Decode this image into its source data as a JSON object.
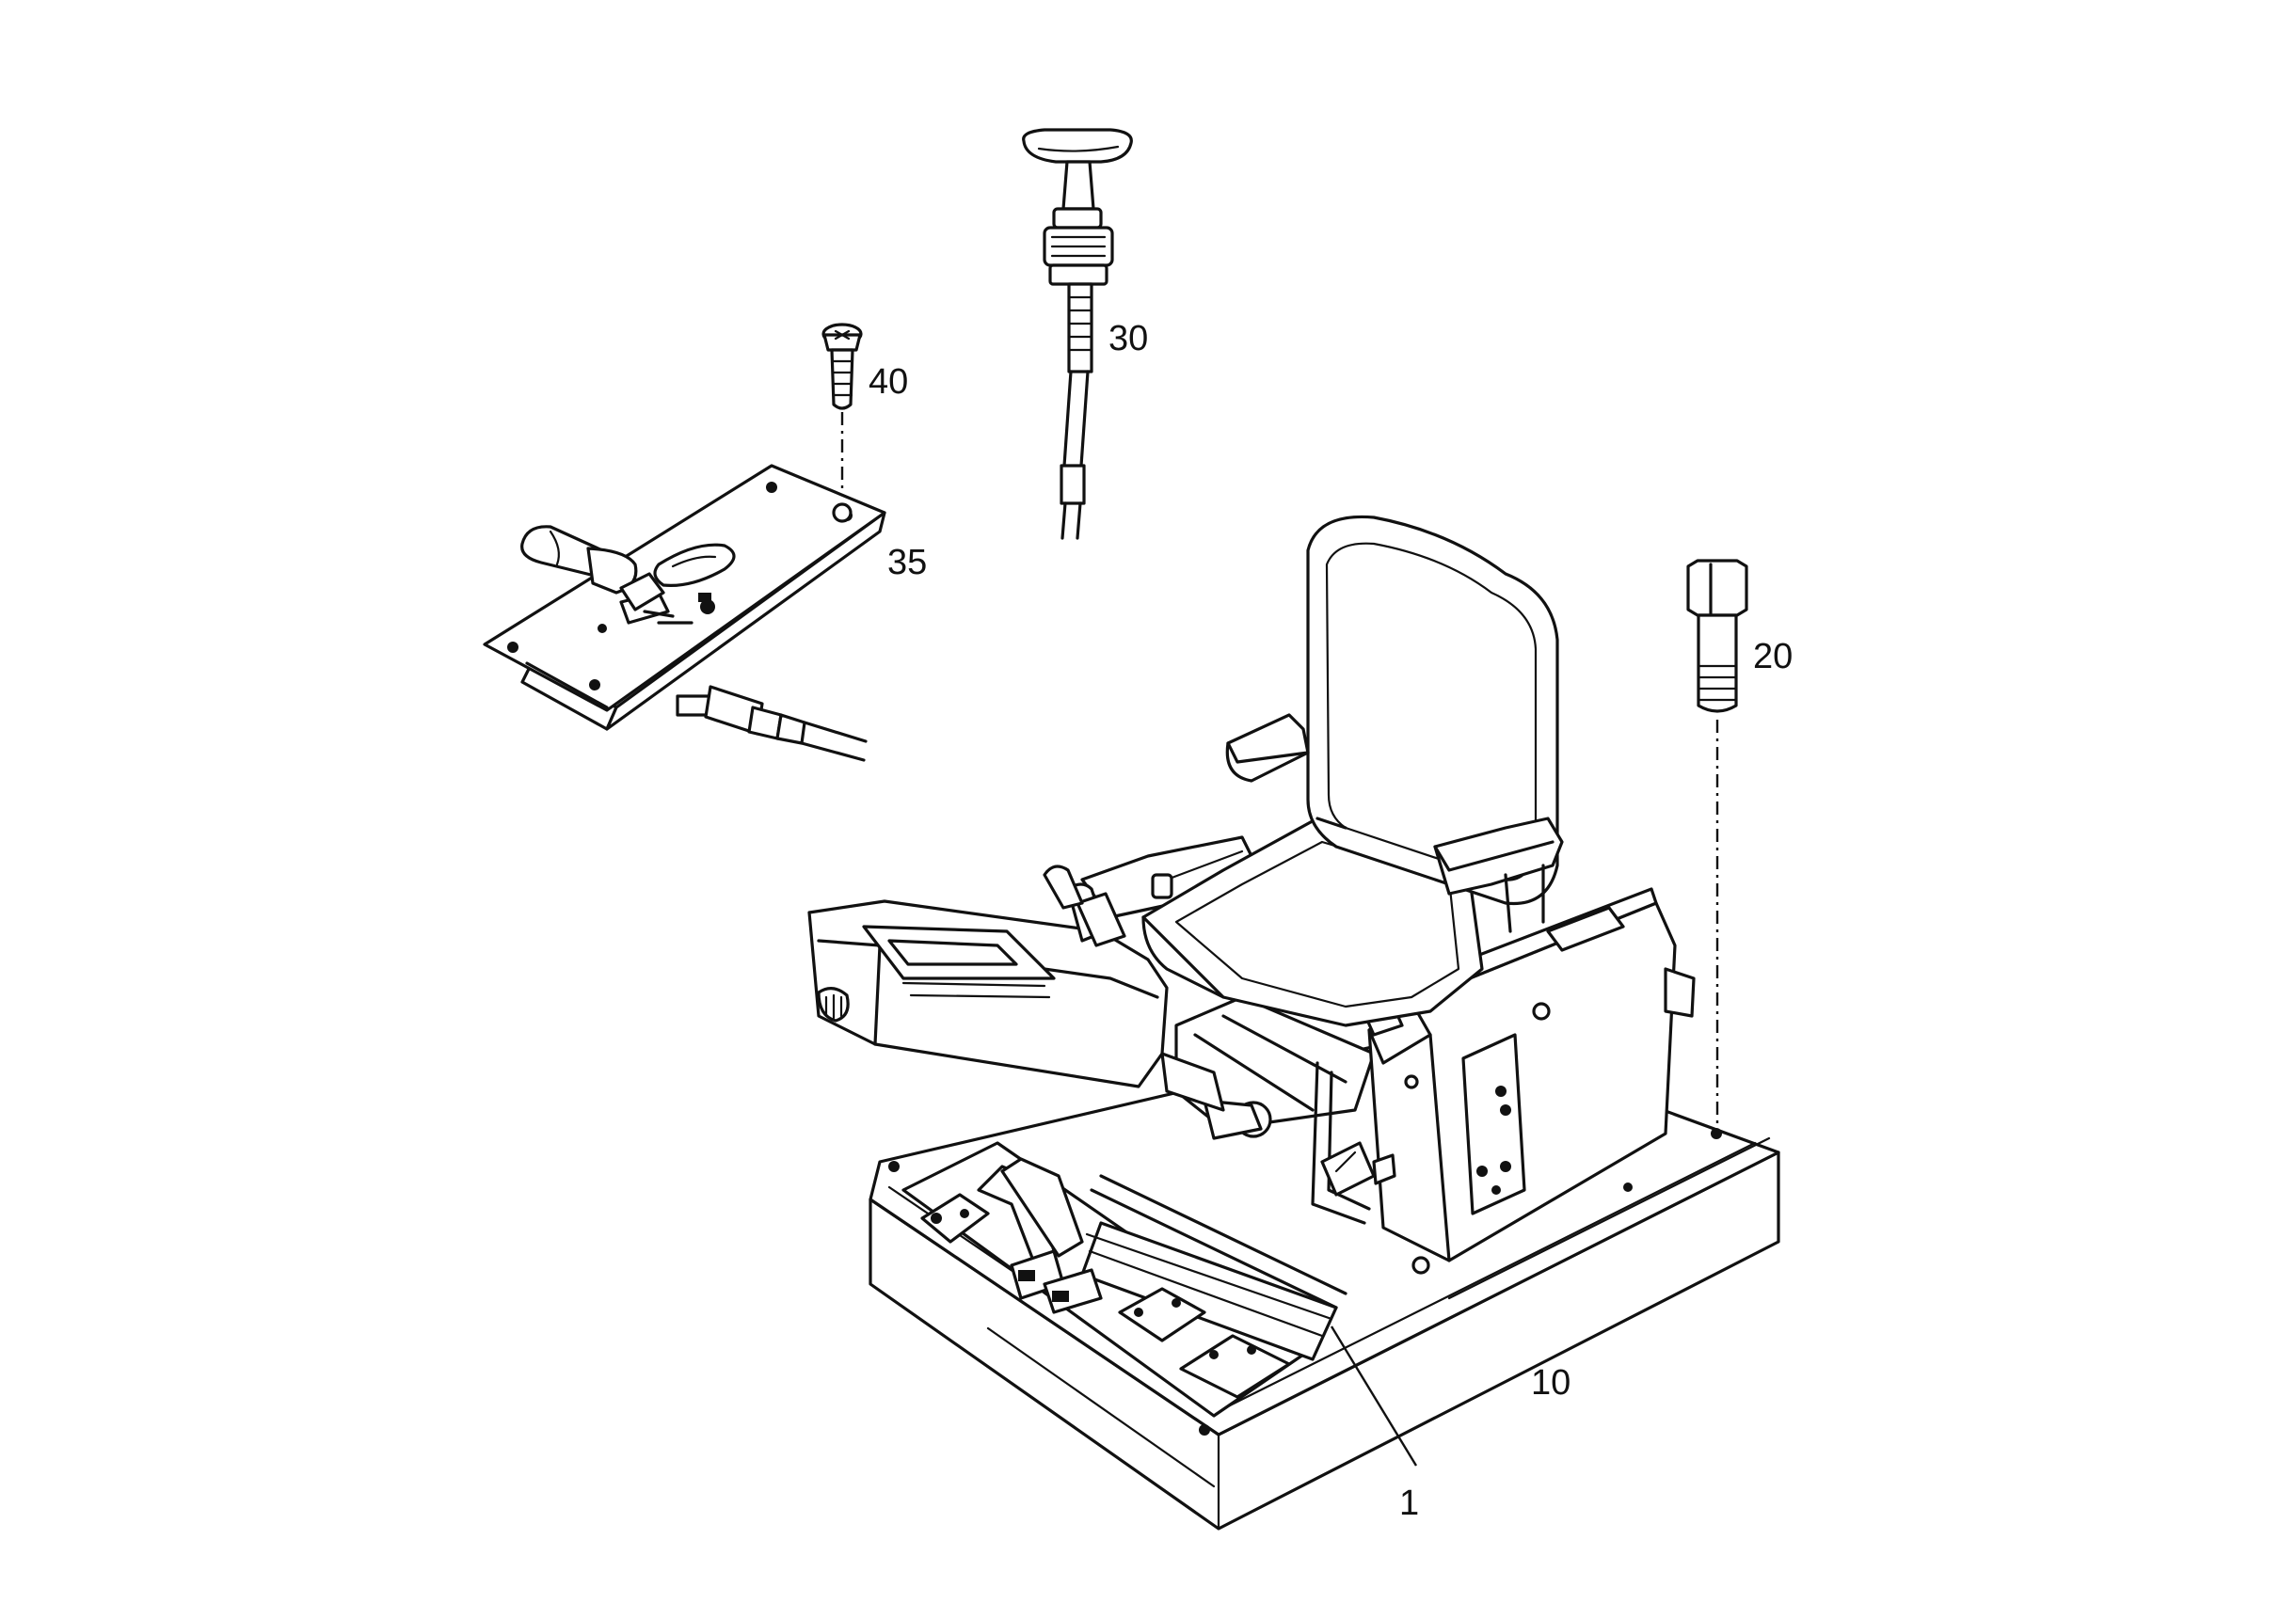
{
  "callouts": {
    "part_1": "1",
    "part_10": "10",
    "part_20": "20",
    "part_30": "30",
    "part_35": "35",
    "part_40": "40"
  }
}
